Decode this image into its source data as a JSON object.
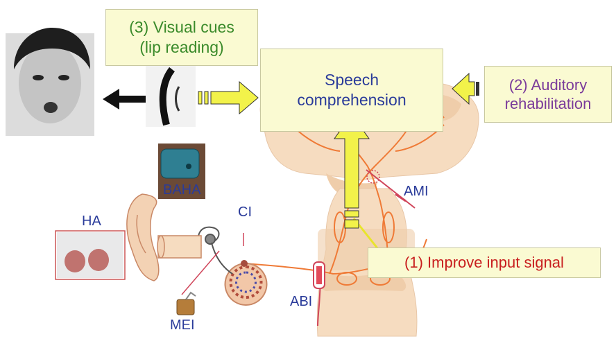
{
  "labels": {
    "speech": "Speech comprehension",
    "visual": "(3) Visual cues (lip reading)",
    "auditory": "(2) Auditory rehabilitation",
    "improve": "(1) Improve input signal",
    "baha": "BAHA",
    "ha": "HA",
    "ci": "CI",
    "ami": "AMI",
    "abi": "ABI",
    "mei": "MEI"
  },
  "colors": {
    "box_fill": "#fafad2",
    "arrow_fill": "#f2f24a",
    "brain_fill": "#f6dcc0",
    "pathway": "#ef7a36",
    "label_blue": "#2a3b9a",
    "label_green": "#3a8a2a",
    "label_purple": "#7a3a9a",
    "label_red": "#c81e1e"
  },
  "icons": [
    "face-photo",
    "lip-reading-photo",
    "baha-device-photo",
    "hearing-aid-photo",
    "ear-icon",
    "cochlea-icon",
    "brainstem-icon",
    "middle-ear-implant-icon"
  ]
}
